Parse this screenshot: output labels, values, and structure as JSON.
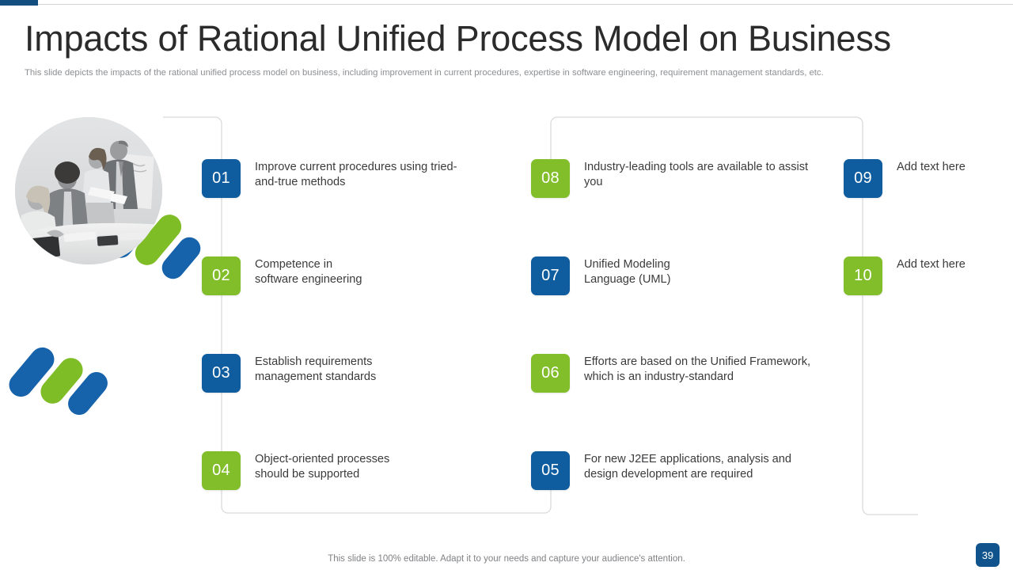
{
  "header": {
    "title": "Impacts of Rational Unified Process Model on Business",
    "subtitle": "This slide depicts the impacts of the rational unified process model on business, including improvement in current procedures, expertise in software engineering, requirement management standards, etc."
  },
  "colors": {
    "accent_blue": "#0f5d9e",
    "accent_green": "#82bd2a",
    "title_text": "#2b2b2b",
    "subtitle_text": "#8d8f92",
    "body_text": "#3b3b3d",
    "connector_line": "#d8dadc",
    "top_bar": "#134e7e"
  },
  "photo": {
    "caption": "business-team-meeting-photo",
    "shape": "circle"
  },
  "columns": [
    {
      "name": "column-one",
      "items": [
        {
          "number": "01",
          "color": "blue",
          "text": "Improve current procedures using tried-and-true methods"
        },
        {
          "number": "02",
          "color": "green",
          "text": "Competence in\nsoftware engineering"
        },
        {
          "number": "03",
          "color": "blue",
          "text": "Establish requirements\nmanagement standards"
        },
        {
          "number": "04",
          "color": "green",
          "text": "Object-oriented processes\nshould be supported"
        }
      ]
    },
    {
      "name": "column-two",
      "items": [
        {
          "number": "08",
          "color": "green",
          "text": "Industry-leading  tools are available to assist you"
        },
        {
          "number": "07",
          "color": "blue",
          "text": "Unified Modeling\nLanguage (UML)"
        },
        {
          "number": "06",
          "color": "green",
          "text": "Efforts are based on the Unified Framework, which is an industry-standard"
        },
        {
          "number": "05",
          "color": "blue",
          "text": "For new J2EE applications, analysis and design development are required"
        }
      ]
    },
    {
      "name": "column-three",
      "items": [
        {
          "number": "09",
          "color": "blue",
          "text": "Add text here"
        },
        {
          "number": "10",
          "color": "green",
          "text": "Add text here"
        }
      ]
    }
  ],
  "footer": {
    "note": "This slide is 100% editable. Adapt it to your needs and capture your audience's attention.",
    "page_number": "39"
  }
}
